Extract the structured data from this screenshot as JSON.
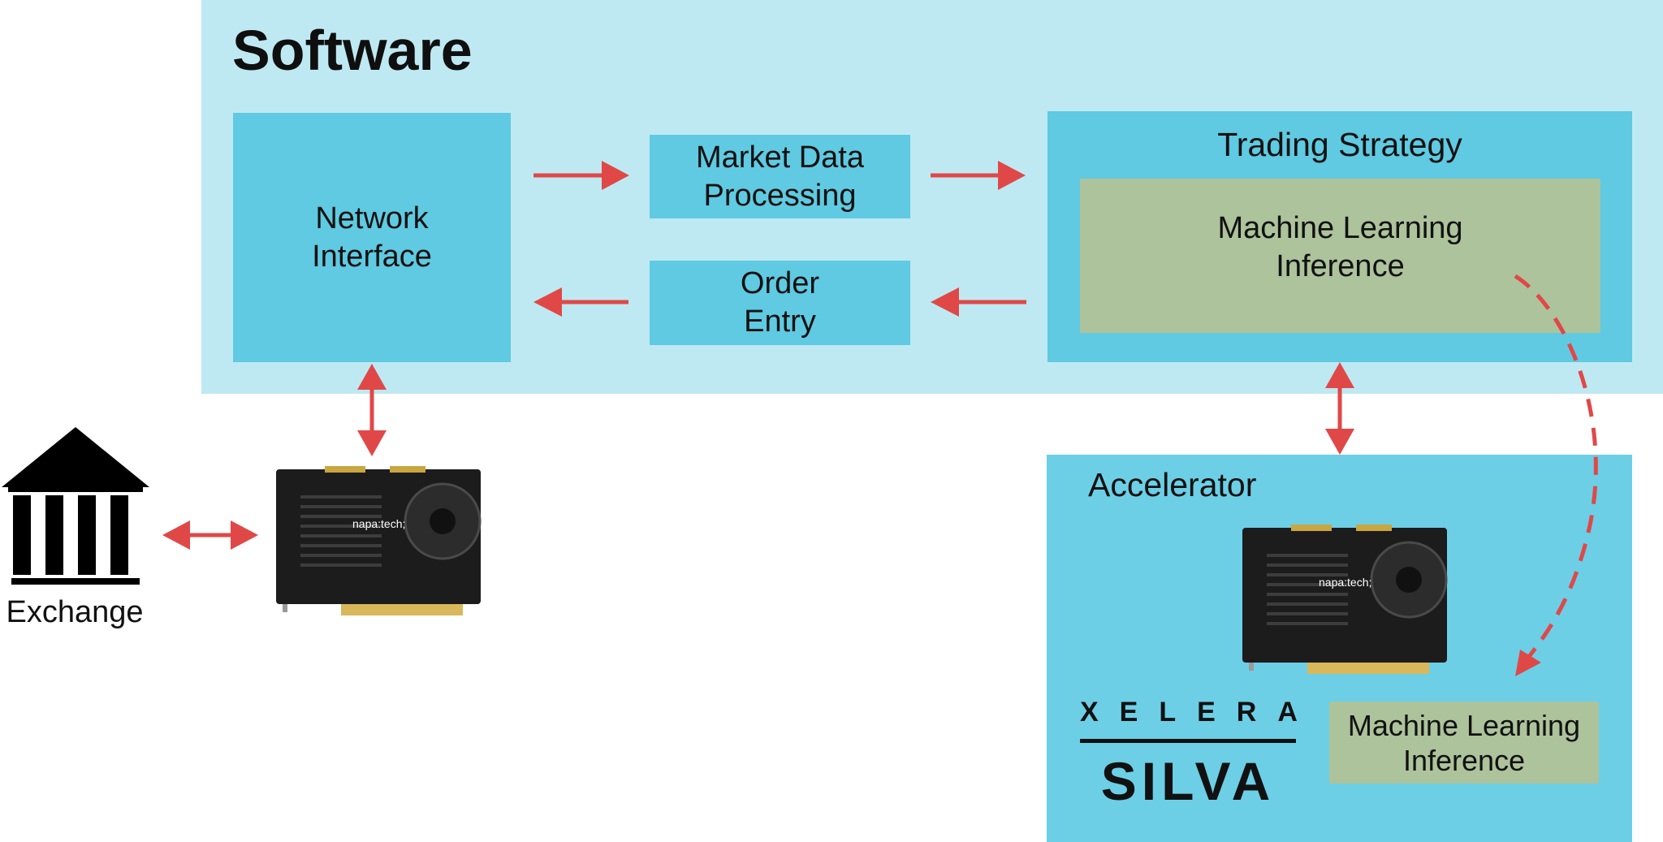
{
  "software": {
    "title": "Software"
  },
  "boxes": {
    "network_interface": "Network\nInterface",
    "market_data": "Market Data\nProcessing",
    "order_entry": "Order\nEntry",
    "trading_strategy": "Trading Strategy",
    "ml_inference_sw": "Machine Learning\nInference"
  },
  "accelerator": {
    "title": "Accelerator",
    "ml_inference": "Machine Learning\nInference",
    "logo_top": "XELERA",
    "logo_bottom": "SILVA"
  },
  "exchange": {
    "label": "Exchange"
  },
  "cards": {
    "brand": "napa:tech;"
  },
  "colors": {
    "software_bg": "#bfe9f2",
    "box_blue": "#5fcae1",
    "accelerator_bg": "#6ccfe6",
    "ml_green": "#adc39b",
    "arrow_red": "#e04848"
  },
  "icons": [
    "bank-building-icon",
    "fpga-card-icon"
  ]
}
